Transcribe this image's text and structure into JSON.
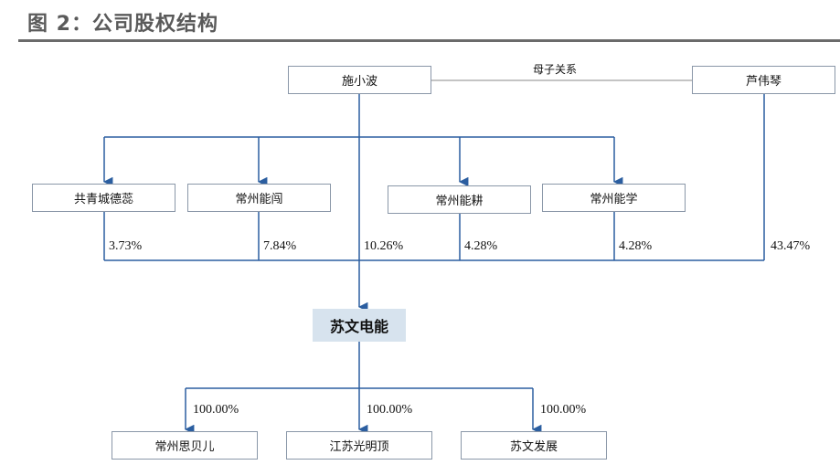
{
  "header": {
    "title": "图 2：公司股权结构"
  },
  "persons": {
    "founder": "施小波",
    "mother": "芦伟琴",
    "relation": "母子关系"
  },
  "holders": [
    {
      "name": "共青城德蕊",
      "pct": "3.73%"
    },
    {
      "name": "常州能闯",
      "pct": "7.84%"
    },
    {
      "name": "常州能耕",
      "pct": "4.28%"
    },
    {
      "name": "常州能学",
      "pct": "4.28%"
    }
  ],
  "direct_pcts": {
    "founder": "10.26%",
    "mother": "43.47%"
  },
  "company": {
    "name": "苏文电能"
  },
  "subsidiaries": [
    {
      "name": "常州思贝儿",
      "pct": "100.00%"
    },
    {
      "name": "江苏光明顶",
      "pct": "100.00%"
    },
    {
      "name": "苏文发展",
      "pct": "100.00%"
    }
  ],
  "colors": {
    "line": "#2b5ea0",
    "center_box": "#d7e3ee",
    "rule": "#6b6b6b"
  }
}
